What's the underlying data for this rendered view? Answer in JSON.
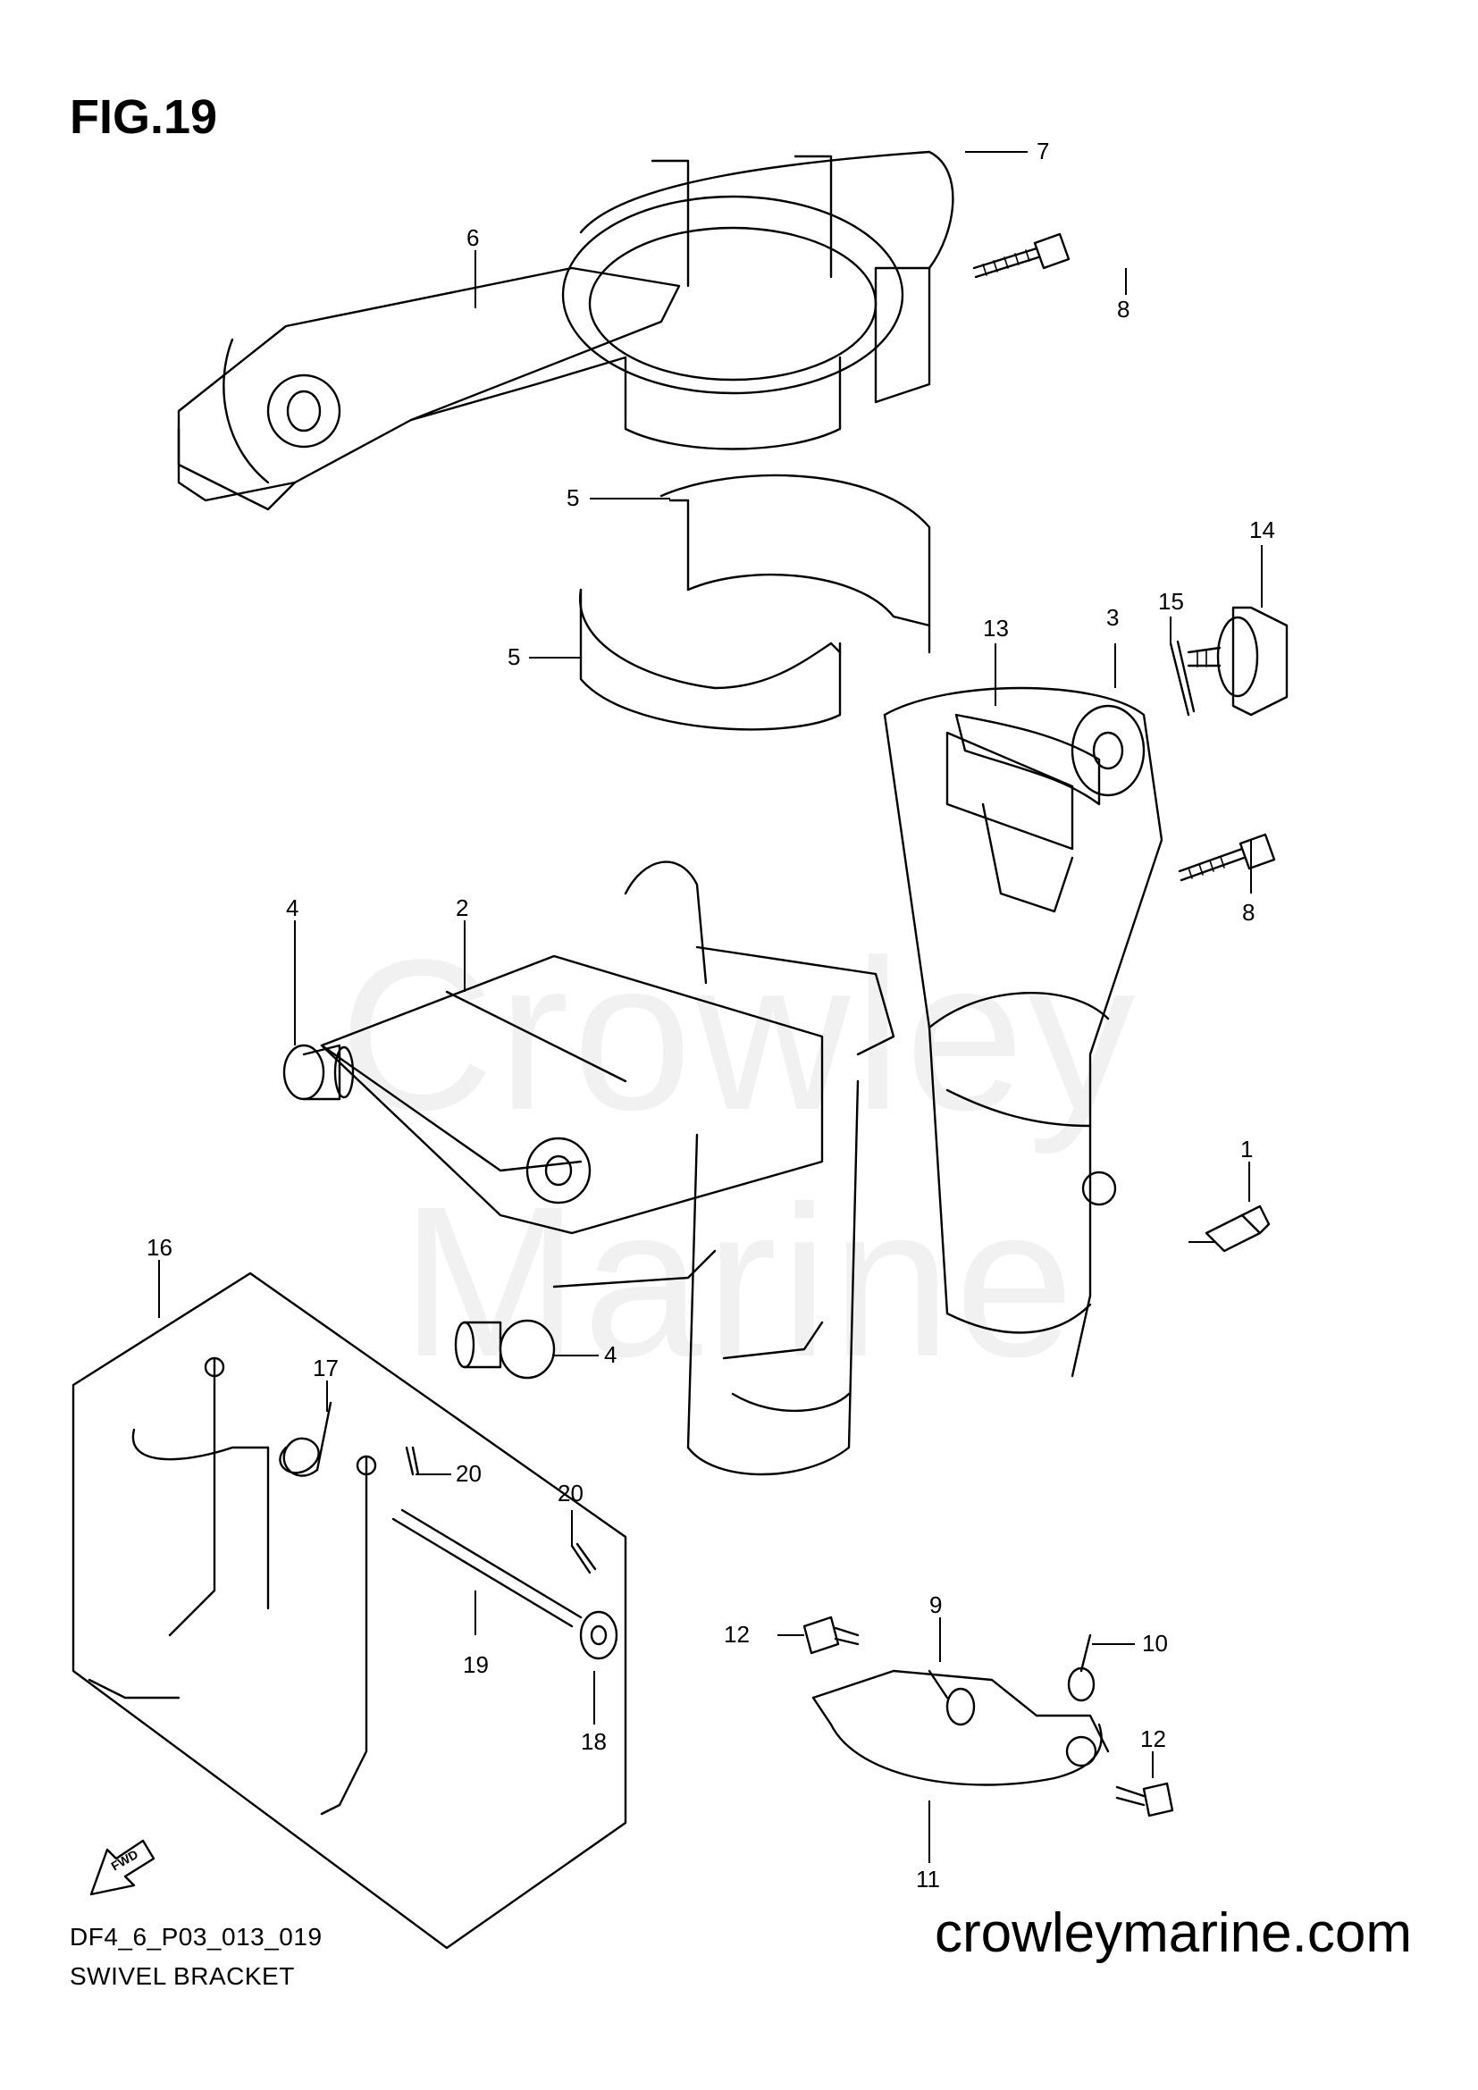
{
  "figure": {
    "title": "FIG.19"
  },
  "footer": {
    "code": "DF4_6_P03_013_019",
    "name": "SWIVEL BRACKET",
    "site": "crowleymarine.com"
  },
  "watermark": "Crowley Marine",
  "callouts": [
    {
      "label": "7"
    },
    {
      "label": "6"
    },
    {
      "label": "8"
    },
    {
      "label": "5"
    },
    {
      "label": "5"
    },
    {
      "label": "14"
    },
    {
      "label": "15"
    },
    {
      "label": "3"
    },
    {
      "label": "13"
    },
    {
      "label": "8"
    },
    {
      "label": "4"
    },
    {
      "label": "2"
    },
    {
      "label": "1"
    },
    {
      "label": "16"
    },
    {
      "label": "17"
    },
    {
      "label": "4"
    },
    {
      "label": "20"
    },
    {
      "label": "20"
    },
    {
      "label": "9"
    },
    {
      "label": "12"
    },
    {
      "label": "10"
    },
    {
      "label": "19"
    },
    {
      "label": "18"
    },
    {
      "label": "12"
    },
    {
      "label": "11"
    }
  ],
  "fwd_arrow": {
    "label": "FWD"
  }
}
